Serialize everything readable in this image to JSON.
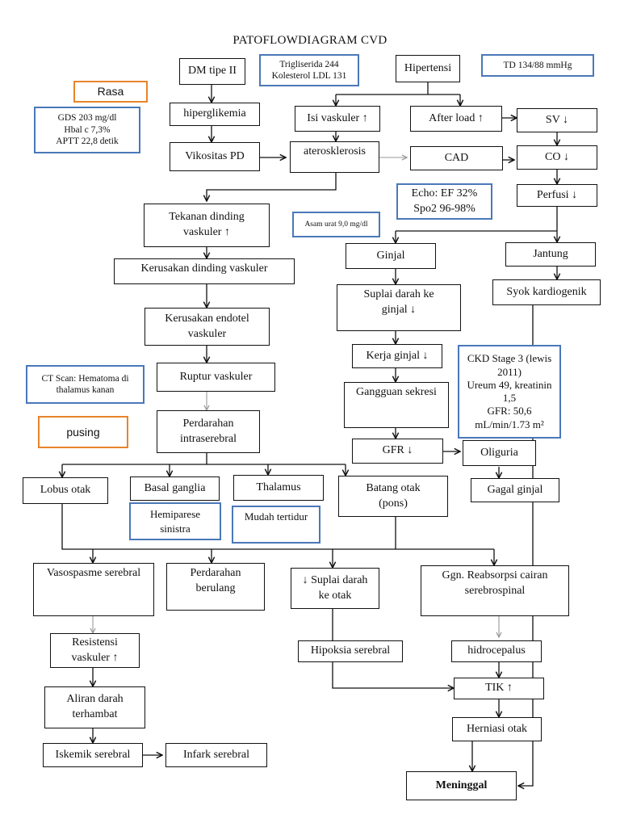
{
  "title": "PATOFLOWDIAGRAM CVD",
  "boxes": {
    "dm": "DM tipe II",
    "trig": "Trigliserida 244\nKolesterol LDL 131",
    "hipertensi": "Hipertensi",
    "td": "TD   134/88 mmHg",
    "rasa": "Rasa",
    "gds": "GDS 203 mg/dl\nHbal c 7,3%\nAPTT 22,8 detik",
    "hiperglikemia": "hiperglikemia",
    "isi": "Isi vaskuler ↑",
    "afterload": "After load ↑",
    "sv": "SV ↓",
    "vikositas": "Vikositas PD",
    "ateros": "aterosklerosis",
    "cad": "CAD",
    "co": "CO ↓",
    "echo": "Echo: EF 32%\nSpo2 96-98%",
    "perfusi": "Perfusi ↓",
    "tekanan": "Tekanan dinding\nvaskuler ↑",
    "asam": "Asam urat 9,0 mg/dl",
    "ginjal": "Ginjal",
    "jantung": "Jantung",
    "kerusakan_dinding": "Kerusakan dinding vaskuler",
    "suplai_ginjal": "Suplai darah ke\nginjal ↓",
    "syok": "Syok kardiogenik",
    "kerusakan_endotel": "Kerusakan endotel\nvaskuler",
    "kerja": "Kerja ginjal ↓",
    "ckd": "CKD Stage 3 (lewis\n2011)\nUreum 49, kreatinin\n1,5\nGFR: 50,6\nmL/min/1.73 m²",
    "ct": "CT Scan: Hematoma di\nthalamus kanan",
    "ruptur": "Ruptur vaskuler",
    "gangguan": "Gangguan sekresi",
    "pusing": "pusing",
    "perdarahan_intra": "Perdarahan\nintraserebral",
    "gfr": "GFR ↓",
    "oliguria": "Oliguria",
    "lobus": "Lobus otak",
    "basal": "Basal ganglia",
    "thalamus": "Thalamus",
    "batang": "Batang otak\n(pons)",
    "gagal": "Gagal ginjal",
    "hemiparese": "Hemiparese\nsinistra",
    "mudah": "Mudah tertidur",
    "vasospasme": "Vasospasme serebral",
    "perdarahan_berulang": "Perdarahan\nberulang",
    "suplai_otak": "↓ Suplai darah\nke otak",
    "ggn": "Ggn. Reabsorpsi cairan\nserebrospinal",
    "resistensi": "Resistensi\nvaskuler ↑",
    "hipoksia": "Hipoksia serebral",
    "hidrocepalus": "hidrocepalus",
    "aliran": "Aliran darah\nterhambat",
    "tik": "TIK ↑",
    "herniasi": "Herniasi otak",
    "iskemik": "Iskemik serebral",
    "infark": "Infark serebral",
    "meninggal": "Meninggal"
  },
  "colors": {
    "lab_border": "#4a78b8",
    "symptom_border": "#e8842a",
    "line": "#111111",
    "thin_line": "#999999"
  }
}
